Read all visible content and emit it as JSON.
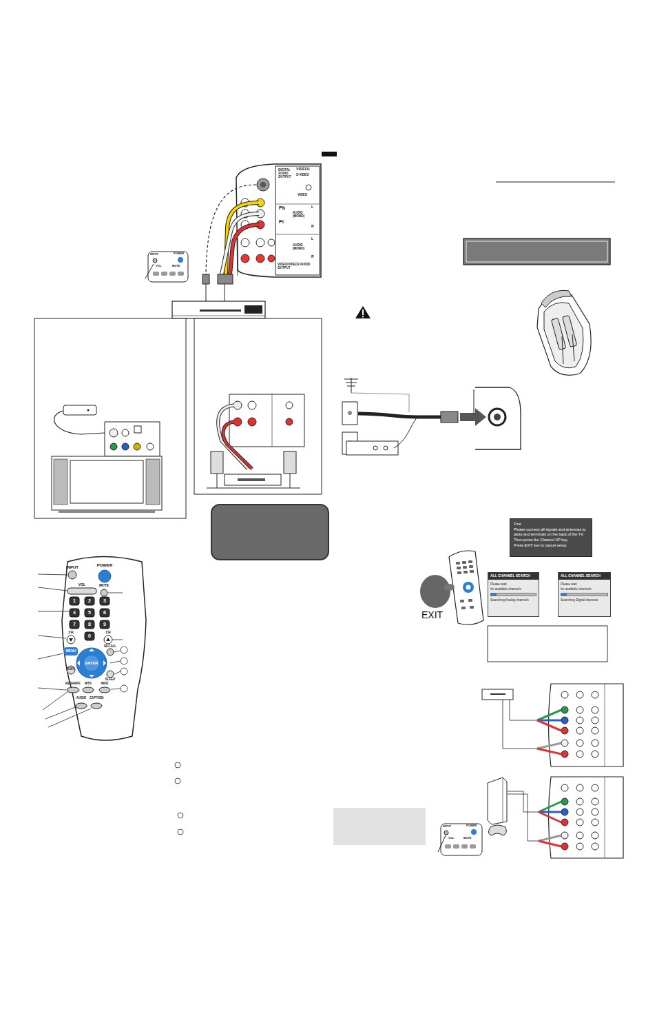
{
  "diagram": {
    "nodes": [
      {
        "text": [
          "First",
          "Please connect all signals and antennas to jacks and terminals on the back of the TV.",
          "Then press the Channel UP key.",
          "Press EXIT key to cancel setup"
        ]
      },
      {
        "text": [
          "ALL CHANNEL SEARCH",
          "Please wait",
          "for available channels",
          "Searching Analog channels"
        ]
      },
      {
        "text": [
          "ALL CHANNEL SEARCH",
          "Please wait",
          "for available channels",
          "Searching Digital channels"
        ]
      }
    ],
    "labels": [
      "DIGITAL AUDIO OUTPUT",
      "VIDEO1",
      "S-VIDEO",
      "VIDEO",
      "Pb",
      "L",
      "AUDIO (MONO)",
      "Pr",
      "R",
      "L",
      "AUDIO (MONO)",
      "R",
      "VIDEO/VIDEO2 AUDIO OUTPUT",
      "INPUT",
      "POWER",
      "VOL",
      "MUTE",
      "INPUT",
      "POWER",
      "VOL",
      "MUTE",
      "1",
      "2",
      "3",
      "4",
      "5",
      "6",
      "7",
      "8",
      "9",
      "0",
      "CH",
      "CH",
      "MENU",
      "ENTER",
      "RECALL",
      "EXIT",
      "SLEEP",
      "RESHAPE",
      "MTS",
      "INFO",
      "AUDIO",
      "CAPTION",
      "EXIT",
      "INPUT",
      "POWER",
      "VOL",
      "MUTE"
    ]
  }
}
